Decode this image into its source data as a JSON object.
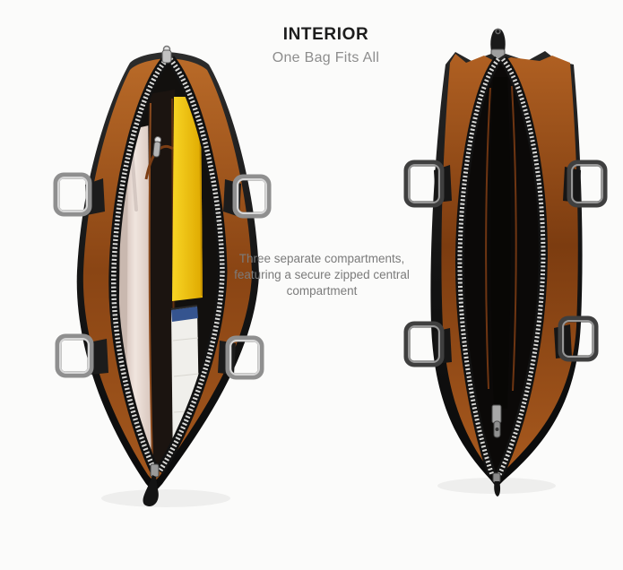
{
  "header": {
    "title": "INTERIOR",
    "subtitle": "One Bag Fits All"
  },
  "caption": {
    "text": "Three separate compartments,\nfeaturing a secure zipped central\ncompartment"
  },
  "bags": {
    "left": {
      "name": "open-bag-top-view-with-contents"
    },
    "right": {
      "name": "open-bag-top-view-empty"
    }
  },
  "colors": {
    "background": "#fbfbfa",
    "title_text": "#1d1d1d",
    "subtitle_text": "#8d8d8d",
    "caption_text": "#7b7b7b",
    "bag_exterior_black": "#181818",
    "lining_brown": "#a85a22",
    "zipper_silver": "#d9d9d7",
    "folder_yellow": "#f2c413",
    "paper_cream": "#ece0d8",
    "notebook_white": "#f0efeb",
    "notebook_blue": "#35548f",
    "hardware_silver": "#9f9f9f",
    "hardware_gunmetal": "#3f3f3f"
  }
}
